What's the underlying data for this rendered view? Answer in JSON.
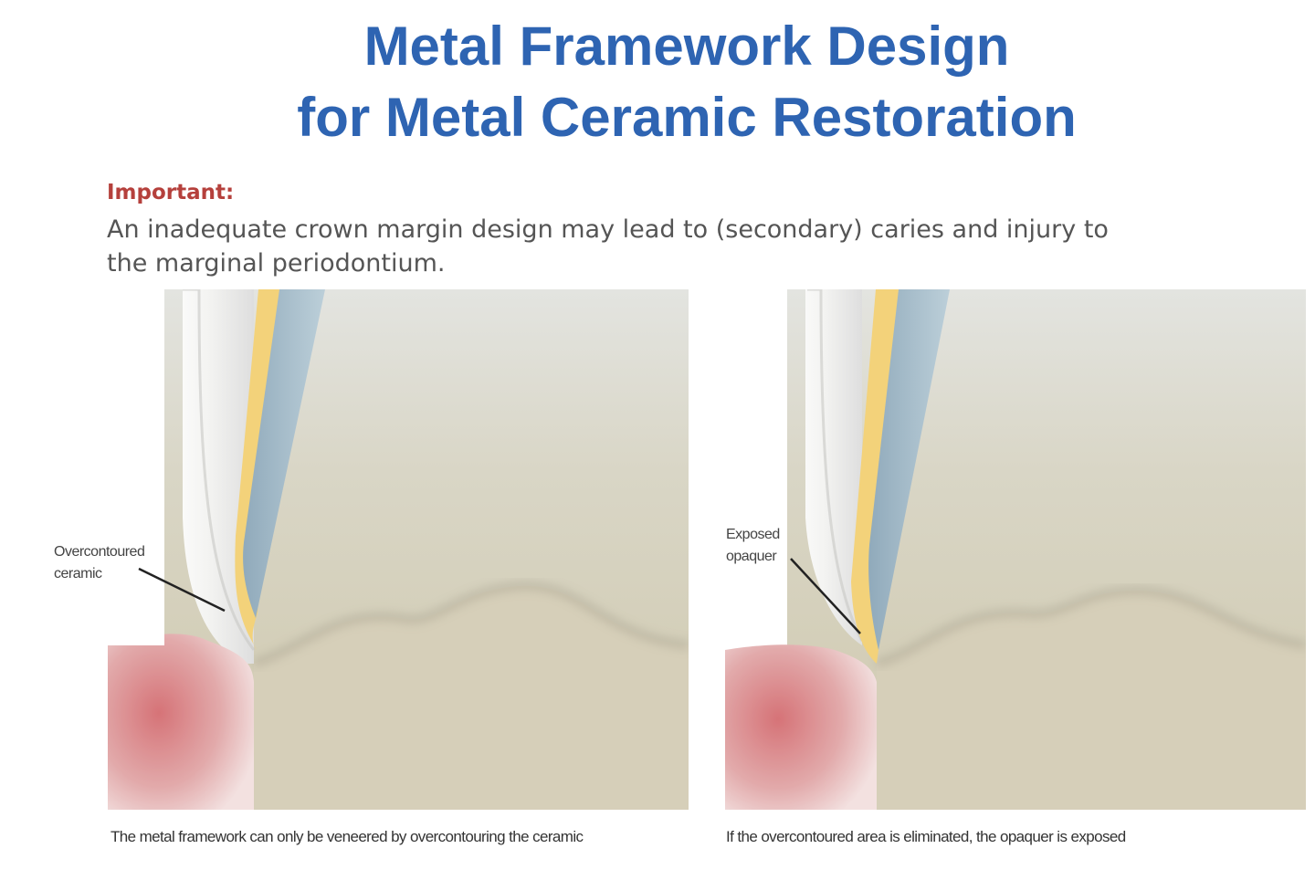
{
  "title": {
    "line1": "Metal Framework Design",
    "line2": "for Metal Ceramic Restoration"
  },
  "note": {
    "label": "Important:",
    "text": "An inadequate crown margin design may lead to (secondary) caries and injury to the marginal periodontium."
  },
  "panels": [
    {
      "callout_line1": "Overcontoured",
      "callout_line2": "ceramic",
      "caption": "The metal framework can only be veneered by overcontouring the ceramic"
    },
    {
      "callout_line1": "Exposed",
      "callout_line2": "opaquer",
      "caption": "If the overcontoured area is eliminated, the opaquer is exposed"
    }
  ],
  "colors": {
    "title": "#2e64b2",
    "important": "#b5403c",
    "metal": "#f3d27a",
    "dentin": "#a9bfcc",
    "gingiva": "#d9878a",
    "tooth_bg": "#d8d2bf"
  }
}
